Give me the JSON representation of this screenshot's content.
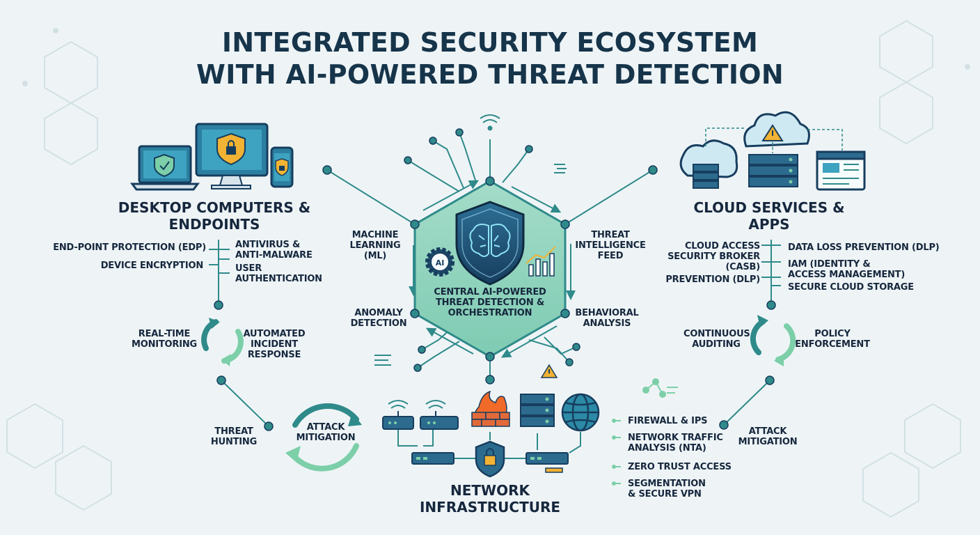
{
  "title": {
    "line1": "INTEGRATED SECURITY ECOSYSTEM",
    "line2": "WITH AI-POWERED THREAT DETECTION"
  },
  "central": {
    "title": "CENTRAL AI-POWERED THREAT DETECTION & ORCHESTRATION",
    "ai_badge": "AI",
    "left_labels": [
      "MACHINE LEARNING (ML)",
      "ANOMALY DETECTION"
    ],
    "right_labels": [
      "THREAT INTELLIGENCE FEED",
      "BEHAVIORAL ANALYSIS"
    ]
  },
  "desktop": {
    "heading": "DESKTOP COMPUTERS & ENDPOINTS",
    "left_items": [
      "END-POINT PROTECTION (EDP)",
      "DEVICE ENCRYPTION"
    ],
    "right_items": [
      "ANTIVIRUS & ANTI-MALWARE",
      "USER AUTHENTICATION"
    ],
    "cycle_left": "REAL-TIME MONITORING",
    "cycle_right": "AUTOMATED INCIDENT RESPONSE",
    "threat_hunting": "THREAT HUNTING",
    "attack_mitigation": "ATTACK MITIGATION"
  },
  "cloud": {
    "heading": "CLOUD SERVICES & APPS",
    "left_items": [
      "CLOUD ACCESS SECURITY BROKER (CASB)",
      "PREVENTION (DLP)"
    ],
    "right_items": [
      "DATA LOSS PREVENTION (DLP)",
      "IAM (IDENTITY & ACCESS MANAGEMENT)",
      "SECURE CLOUD STORAGE"
    ],
    "cycle_left": "CONTINUOUS AUDITING",
    "cycle_right": "POLICY ENFORCEMENT",
    "attack_mitigation": "ATTACK MITIGATION"
  },
  "network": {
    "heading": "NETWORK INFRASTRUCTURE",
    "items": [
      "FIREWALL & IPS",
      "NETWORK TRAFFIC ANALYSIS (NTA)",
      "ZERO TRUST ACCESS",
      "SEGMENTATION & SECURE VPN"
    ]
  },
  "colors": {
    "navy": "#16344a",
    "teal": "#2f8a8a",
    "hex_fill": "#8fd3bf",
    "accent_green": "#7ccfa8",
    "warning": "#f2b233",
    "fire": "#f06a2a"
  },
  "icons": [
    "laptop-shield-icon",
    "monitor-lock-icon",
    "phone-lock-icon",
    "brain-shield-icon",
    "gear-ai-icon",
    "bar-chart-icon",
    "cloud-icon",
    "server-icon",
    "browser-window-icon",
    "router-icon",
    "firewall-icon",
    "globe-icon",
    "padlock-shield-icon",
    "warning-icon",
    "wifi-icon"
  ]
}
